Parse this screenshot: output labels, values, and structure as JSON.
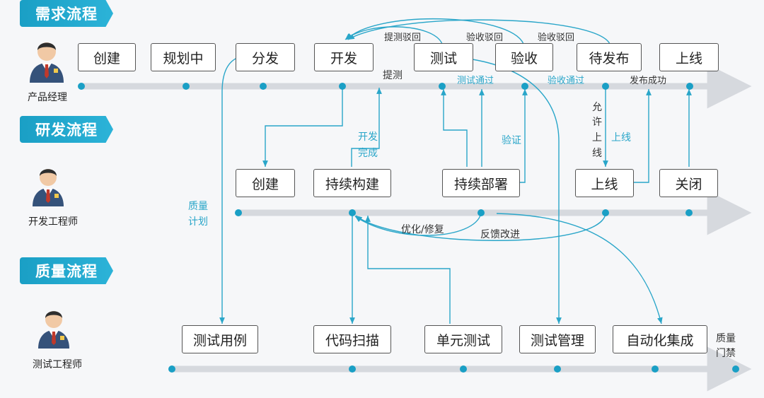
{
  "lanes": {
    "demand": {
      "title": "需求流程",
      "role": "产品经理"
    },
    "dev": {
      "title": "研发流程",
      "role": "开发工程师"
    },
    "quality": {
      "title": "质量流程",
      "role": "测试工程师"
    }
  },
  "demand_nodes": [
    "创建",
    "规划中",
    "分发",
    "开发",
    "测试",
    "验收",
    "待发布",
    "上线"
  ],
  "dev_nodes": [
    "创建",
    "持续构建",
    "持续部署",
    "上线",
    "关闭"
  ],
  "quality_nodes": [
    "测试用例",
    "代码扫描",
    "单元测试",
    "测试管理",
    "自动化集成"
  ],
  "labels": {
    "test_reject": "提测驳回",
    "accept_reject_1": "验收驳回",
    "accept_reject_2": "验收驳回",
    "submit_test": "提测",
    "test_pass": "测试通过",
    "accept_pass": "验收通过",
    "release_ok": "发布成功",
    "dev_done": [
      "开发",
      "完成"
    ],
    "verify": "验证",
    "allow_online": [
      "允",
      "许",
      "上",
      "线"
    ],
    "online": "上线",
    "quality_plan": [
      "质量",
      "计划"
    ],
    "optimize_fix": "优化/修复",
    "feedback_improve": "反馈改进",
    "quality_gate": [
      "质量",
      "门禁"
    ]
  },
  "colors": {
    "accent": "#1a9fc5",
    "flow_line": "#2aa6c9",
    "track": "#d6d9de",
    "dot": "#1a9fc5"
  }
}
